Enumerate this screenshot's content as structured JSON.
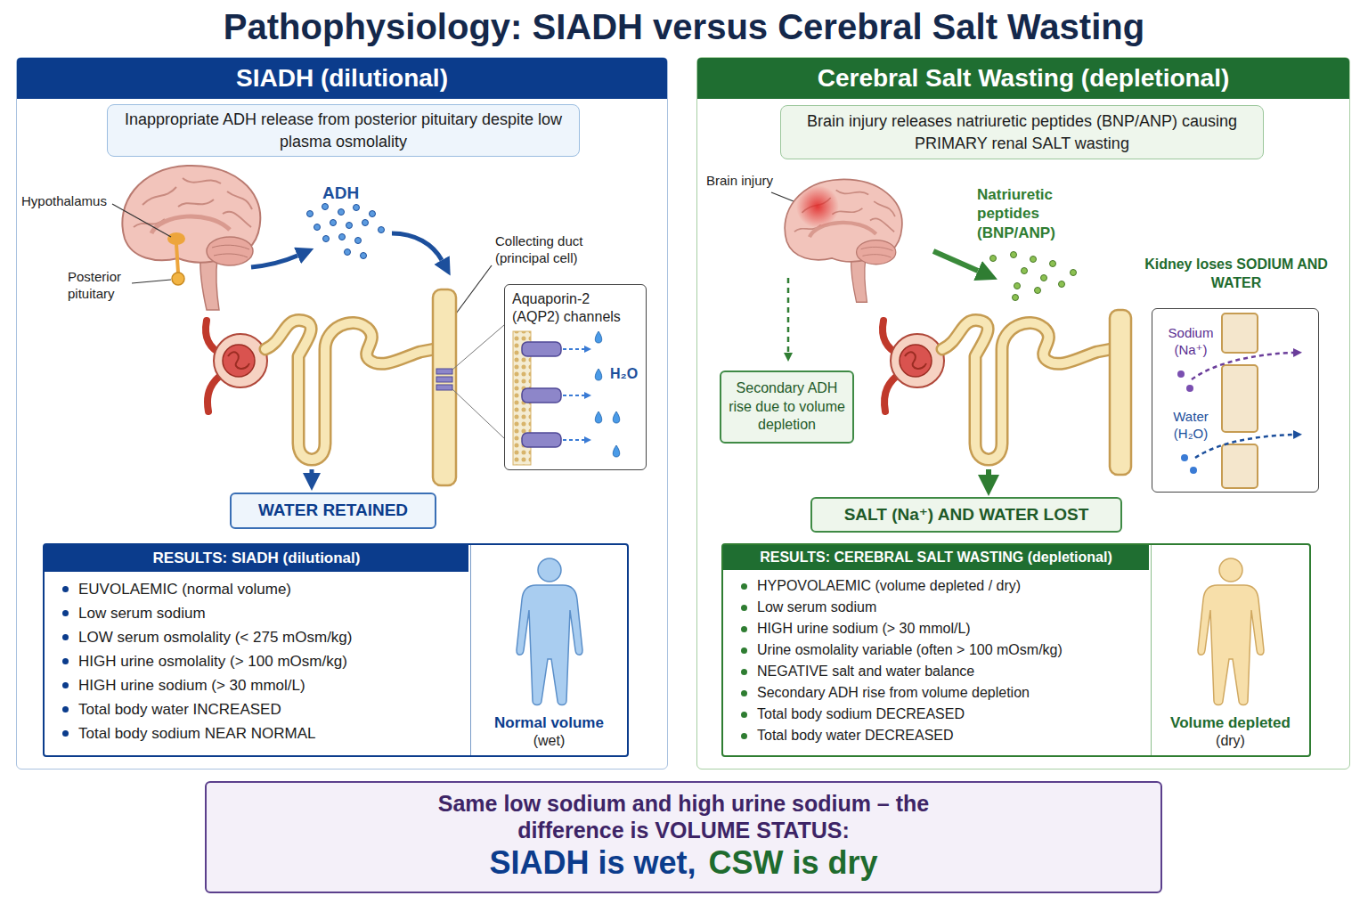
{
  "diagram": {
    "title": "Pathophysiology: SIADH versus Cerebral Salt Wasting",
    "nodes": [
      {
        "text": [
          "SIADH (dilutional)"
        ]
      },
      {
        "text": [
          "Inappropriate ADH release from posterior pituitary despite low plasma osmolality"
        ],
        "in": 0
      },
      {
        "text": [
          "Aquaporin-2 (AQP2) channels",
          "H₂O"
        ],
        "in": 0
      },
      {
        "text": [
          "WATER RETAINED"
        ],
        "in": 0
      },
      {
        "text": [
          "RESULTS: SIADH (dilutional)",
          "EUVOLAEMIC (normal volume)",
          "Low serum sodium",
          "LOW serum osmolality (< 275 mOsm/kg)",
          "HIGH urine osmolality (> 100 mOsm/kg)",
          "HIGH urine sodium (> 30 mmol/L)",
          "Total body water INCREASED",
          "Total body sodium NEAR NORMAL"
        ],
        "in": 0
      },
      {
        "text": [
          "Normal volume",
          "(wet)"
        ],
        "in": 4
      },
      {
        "text": [
          "Cerebral Salt Wasting (depletional)"
        ]
      },
      {
        "text": [
          "Brain injury releases natriuretic peptides (BNP/ANP) causing PRIMARY renal SALT wasting"
        ],
        "in": 6
      },
      {
        "text": [
          "Secondary ADH rise due to volume depletion"
        ],
        "in": 6
      },
      {
        "text": [
          "Kidney loses SODIUM AND WATER",
          "Sodium (Na⁺)",
          "Water (H₂O)"
        ],
        "in": 6
      },
      {
        "text": [
          "SALT (Na⁺) AND WATER LOST"
        ],
        "in": 6
      },
      {
        "text": [
          "RESULTS: CEREBRAL SALT WASTING (depletional)",
          "HYPOVOLAEMIC (volume depleted / dry)",
          "Low serum sodium",
          "HIGH urine sodium (> 30 mmol/L)",
          "Urine osmolality variable (often > 100 mOsm/kg)",
          "NEGATIVE salt and water balance",
          "Secondary ADH rise from volume depletion",
          "Total body sodium DECREASED",
          "Total body water DECREASED"
        ],
        "in": 6
      },
      {
        "text": [
          "Volume depleted",
          "(dry)"
        ],
        "in": 11
      },
      {
        "text": [
          "Same low sodium and high urine sodium – the difference is VOLUME STATUS:",
          "SIADH is wet,",
          "CSW is dry"
        ]
      }
    ],
    "labels": [
      "Hypothalamus",
      "Posterior pituitary",
      "ADH",
      "Collecting duct (principal cell)",
      "Brain injury",
      "Natriuretic peptides (BNP/ANP)"
    ]
  }
}
